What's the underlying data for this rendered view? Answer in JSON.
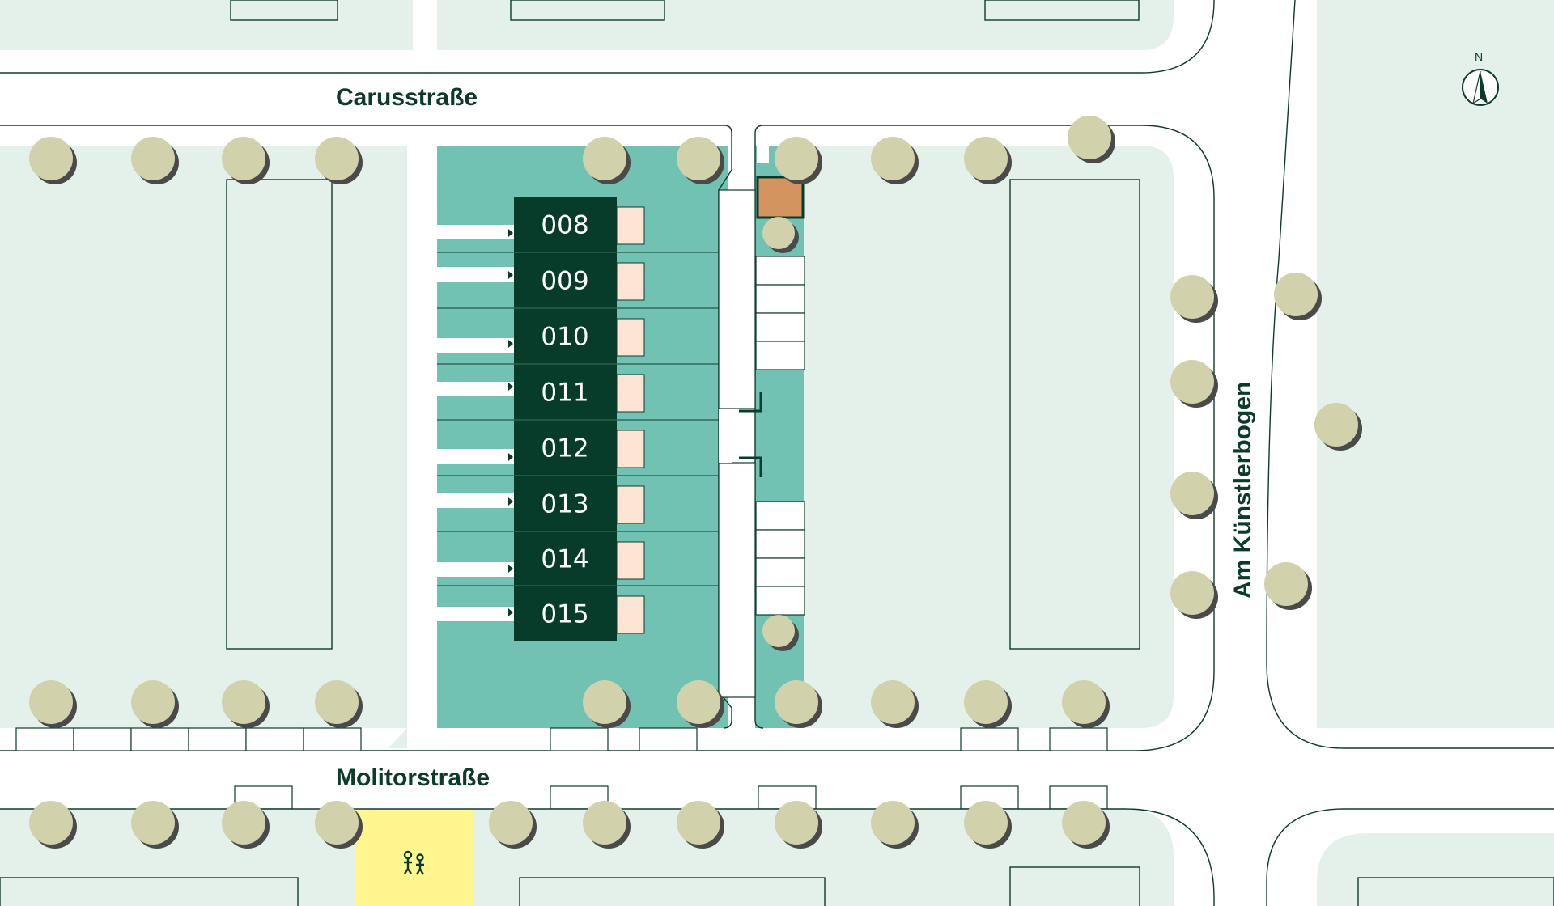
{
  "map": {
    "streets": {
      "carus": "Carusstraße",
      "molitor": "Molitorstraße",
      "kuenstlerbogen": "Am Künstlerbogen"
    },
    "compass_label": "N",
    "units": [
      "008",
      "009",
      "010",
      "011",
      "012",
      "013",
      "014",
      "015"
    ],
    "legend_icons": {
      "playground": "playground-icon",
      "compass": "compass-icon"
    },
    "colors": {
      "block_light": "#e4f1ea",
      "courtyard": "#72c2b4",
      "unit": "#073c2b",
      "unit_annex": "#fde5d5",
      "tree": "#d1d1ac",
      "tree_shadow": "#4a4a4a",
      "outline": "#0d3b2a",
      "playground": "#fff68f",
      "special_unit": "#d4945f"
    }
  }
}
